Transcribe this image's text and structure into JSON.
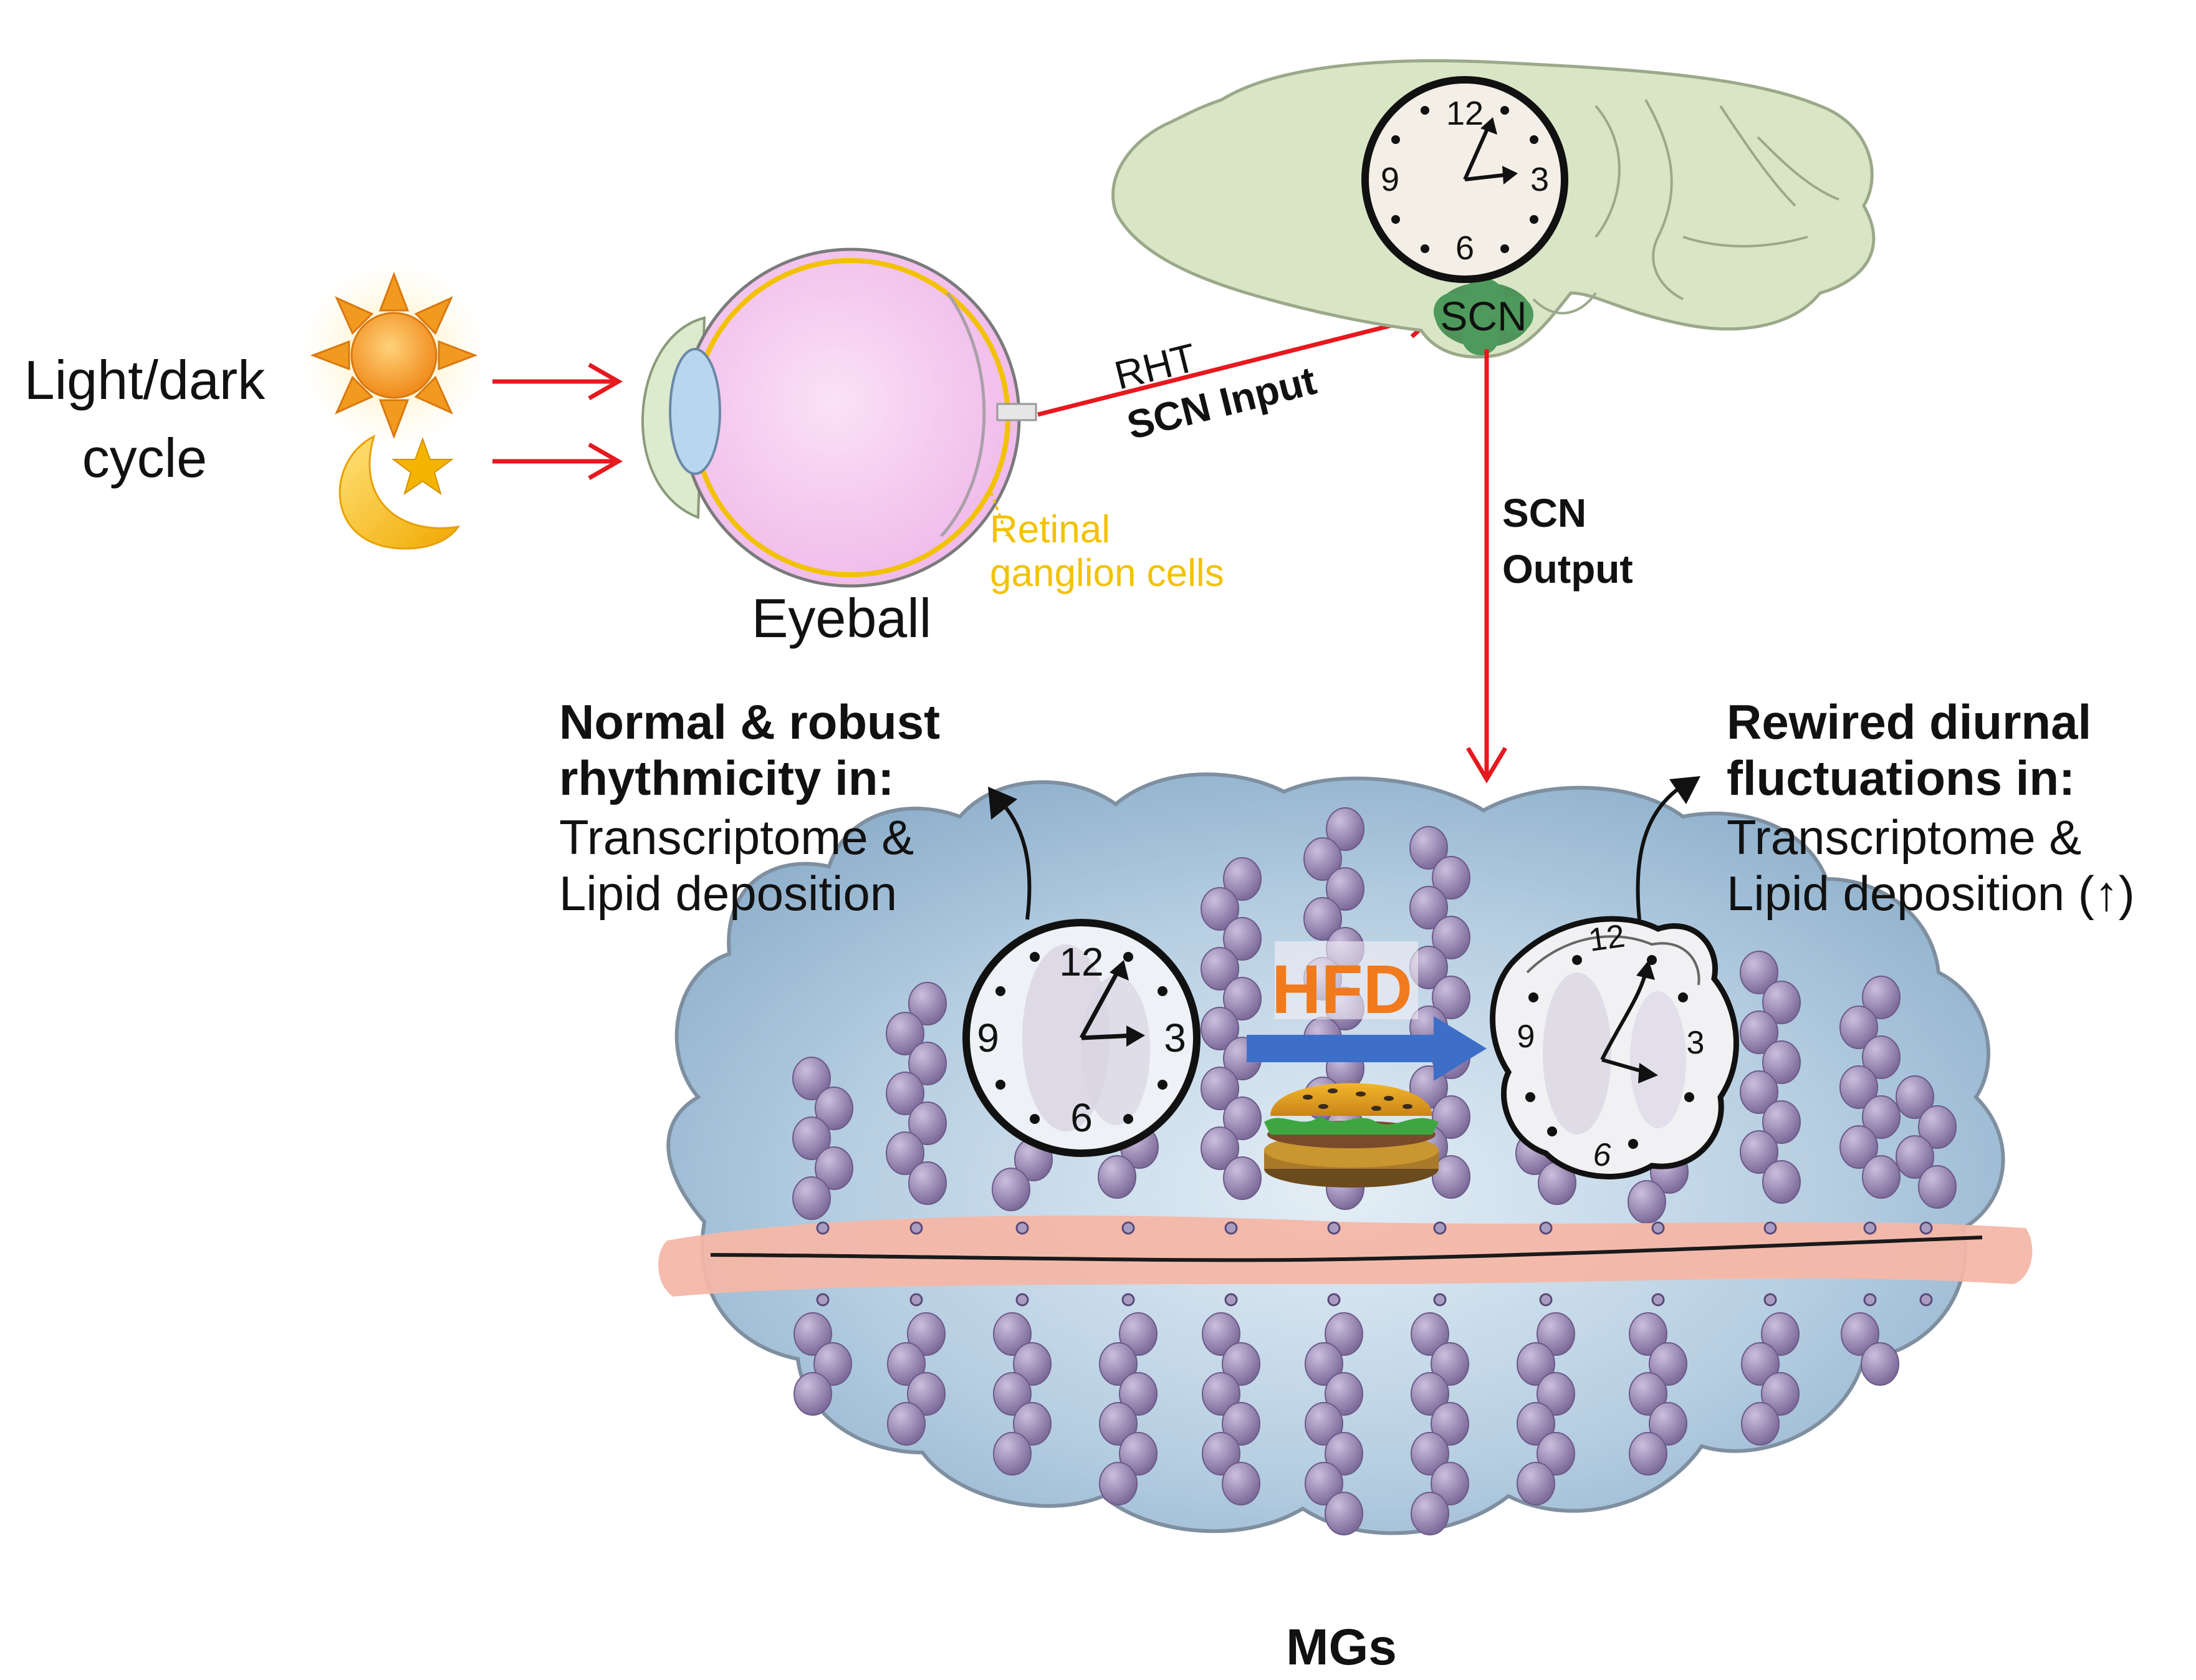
{
  "input": {
    "label_line1": "Light/dark",
    "label_line2": "cycle"
  },
  "eyeball": {
    "label": "Eyeball",
    "retina_line1": "Retinal",
    "retina_line2": "ganglion cells"
  },
  "pathway": {
    "rht": "RHT",
    "scn_input": "SCN Input",
    "scn_output_line1": "SCN",
    "scn_output_line2": "Output"
  },
  "brain": {
    "scn": "SCN"
  },
  "normal": {
    "line1": "Normal & robust",
    "line2": "rhythmicity in:",
    "line3": "Transcriptome &",
    "line4": "Lipid deposition"
  },
  "rewired": {
    "line1": "Rewired diurnal",
    "line2": "fluctuations in:",
    "line3": "Transcriptome &",
    "line4": "Lipid deposition (↑)"
  },
  "clock": {
    "n12": "12",
    "n3": "3",
    "n6": "6",
    "n9": "9"
  },
  "hfd": {
    "label": "HFD"
  },
  "gland": {
    "label": "MGs"
  },
  "colors": {
    "arrow_red": "#e5191e",
    "hfd_orange": "#f07a1c",
    "retina_yellow": "#f2c200",
    "hfd_arrow_blue": "#3d6fc8",
    "gland_blue": "#a9c6dc",
    "acini_purple": "#8c7ba8",
    "duct_pink": "#f4b7a8",
    "brain_green": "#d9e6c6"
  },
  "icons": [
    "sun-icon",
    "moon-icon",
    "star-icon",
    "clock-icon",
    "burger-icon"
  ]
}
